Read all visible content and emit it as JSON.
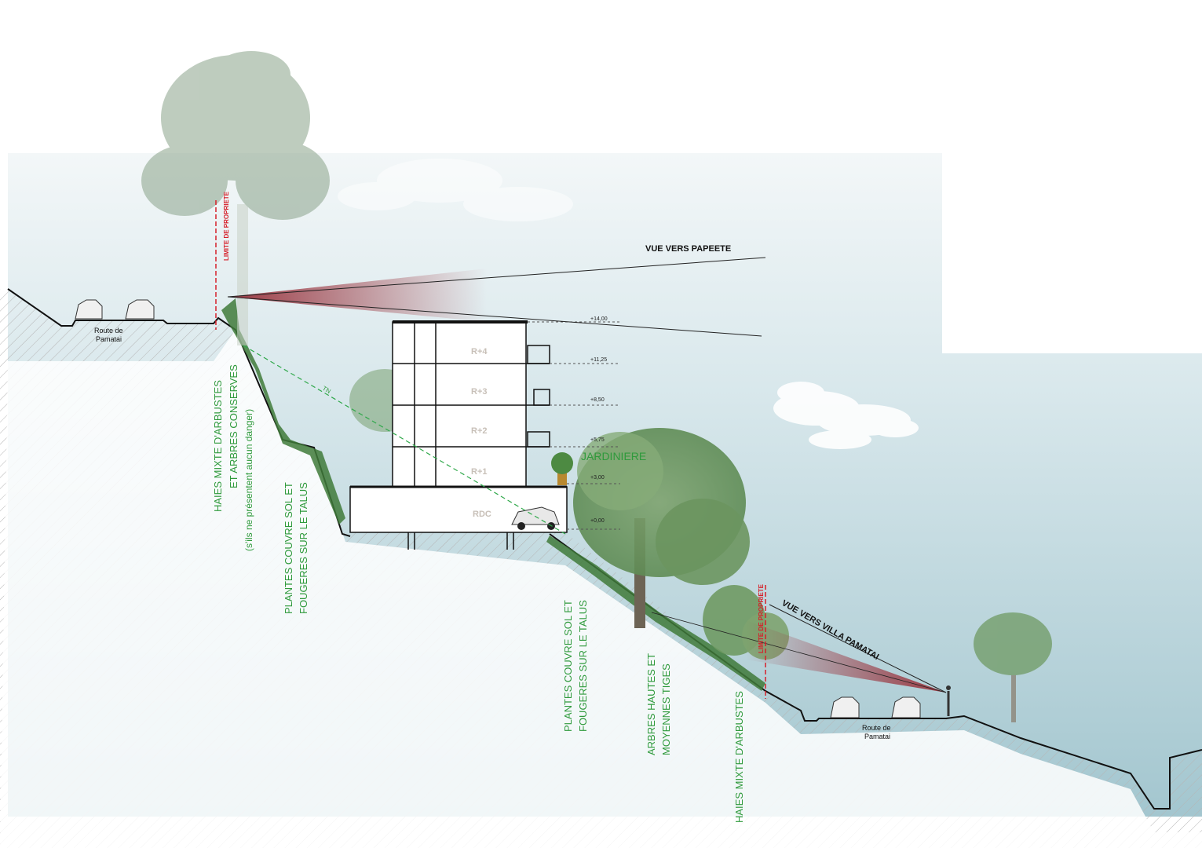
{
  "views": {
    "papeete": "VUE VERS PAPEETE",
    "villa": "VUE VERS VILLA PAMATAI"
  },
  "property_limit": "LIMITE DE PROPRIETE",
  "terrain_label": "TN",
  "planter_label": "JARDINIERE",
  "roads": {
    "left": [
      "Route de",
      "Pamatai"
    ],
    "right": [
      "Route de",
      "Pamatai"
    ]
  },
  "levels": [
    "+14,00",
    "+11,25",
    "+8,50",
    "+5,75",
    "+3,00",
    "+0,00"
  ],
  "floors": [
    "R+4",
    "R+3",
    "R+2",
    "R+1",
    "RDC"
  ],
  "vegetation_notes": {
    "haies_arbres": [
      "HAIES MIXTE D'ARBUSTES",
      "ET ARBRES CONSERVES",
      "(s'ils ne présentent aucun danger)"
    ],
    "plantes_haut": [
      "PLANTES COUVRE SOL ET",
      "FOUGERES SUR LE TALUS"
    ],
    "plantes_bas": [
      "PLANTES COUVRE SOL ET",
      "FOUGERES SUR LE TALUS"
    ],
    "arbres": [
      "ARBRES HAUTES ET",
      "MOYENNES TIGES"
    ],
    "haies": [
      "HAIES MIXTE D'ARBUSTES"
    ]
  },
  "colors": {
    "sky_top": "#f2f6f7",
    "sky_bottom": "#9ec2cc",
    "label_green": "#2f9a3c",
    "property_red": "#d6202a",
    "view_cone": "#a04048",
    "foliage": "#6f9a63"
  }
}
